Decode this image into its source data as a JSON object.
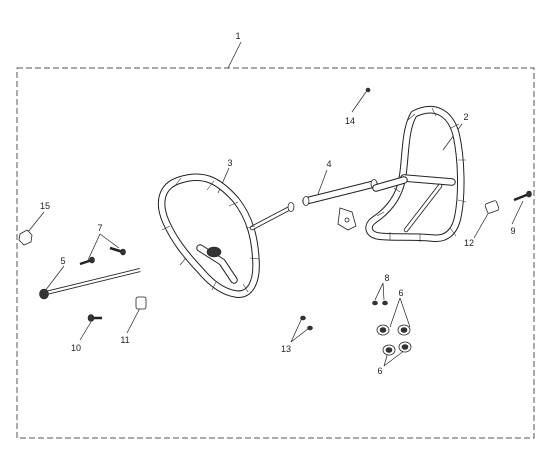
{
  "diagram": {
    "callouts": [
      {
        "id": "c1",
        "label": "1"
      },
      {
        "id": "c2",
        "label": "2"
      },
      {
        "id": "c3",
        "label": "3"
      },
      {
        "id": "c4",
        "label": "4"
      },
      {
        "id": "c5",
        "label": "5"
      },
      {
        "id": "c6a",
        "label": "6"
      },
      {
        "id": "c6b",
        "label": "6"
      },
      {
        "id": "c7",
        "label": "7"
      },
      {
        "id": "c8",
        "label": "8"
      },
      {
        "id": "c9",
        "label": "9"
      },
      {
        "id": "c10",
        "label": "10"
      },
      {
        "id": "c11",
        "label": "11"
      },
      {
        "id": "c12",
        "label": "12"
      },
      {
        "id": "c13",
        "label": "13"
      },
      {
        "id": "c14",
        "label": "14"
      },
      {
        "id": "c15",
        "label": "15"
      }
    ]
  }
}
